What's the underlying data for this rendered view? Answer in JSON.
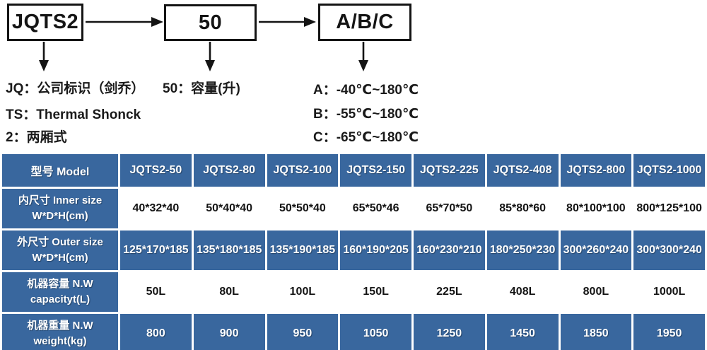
{
  "diagram": {
    "boxes": [
      {
        "label": "JQTS2"
      },
      {
        "label": "50"
      },
      {
        "label": "A/B/C"
      }
    ],
    "legend": {
      "jq": "JQ：公司标识（剑乔）",
      "ts": "TS：Thermal Shonck",
      "two": "2：两厢式",
      "capacity": "50：容量(升)",
      "temp_a": "A：-40℃~180℃",
      "temp_b": "B：-55℃~180℃",
      "temp_c": "C：-65℃~180℃"
    }
  },
  "table": {
    "header": [
      "型号 Model",
      "JQTS2-50",
      "JQTS2-80",
      "JQTS2-100",
      "JQTS2-150",
      "JQTS2-225",
      "JQTS2-408",
      "JQTS2-800",
      "JQTS2-1000"
    ],
    "rows": [
      {
        "label_zh": "内尺寸 Inner size",
        "label_en": "W*D*H(cm)",
        "values": [
          "40*32*40",
          "50*40*40",
          "50*50*40",
          "65*50*46",
          "65*70*50",
          "85*80*60",
          "80*100*100",
          "800*125*100"
        ]
      },
      {
        "label_zh": "外尺寸 Outer size",
        "label_en": "W*D*H(cm)",
        "values": [
          "125*170*185",
          "135*180*185",
          "135*190*185",
          "160*190*205",
          "160*230*210",
          "180*250*230",
          "300*260*240",
          "300*300*240"
        ]
      },
      {
        "label_zh": "机器容量 N.W",
        "label_en": "capacityt(L)",
        "values": [
          "50L",
          "80L",
          "100L",
          "150L",
          "225L",
          "408L",
          "800L",
          "1000L"
        ]
      },
      {
        "label_zh": "机器重量 N.W",
        "label_en": "weight(kg)",
        "values": [
          "800",
          "900",
          "950",
          "1050",
          "1250",
          "1450",
          "1850",
          "1950"
        ]
      }
    ]
  },
  "colors": {
    "table_blue": "#39679E",
    "cell_white": "#FFFFFF",
    "diagram_black": "#141414"
  }
}
